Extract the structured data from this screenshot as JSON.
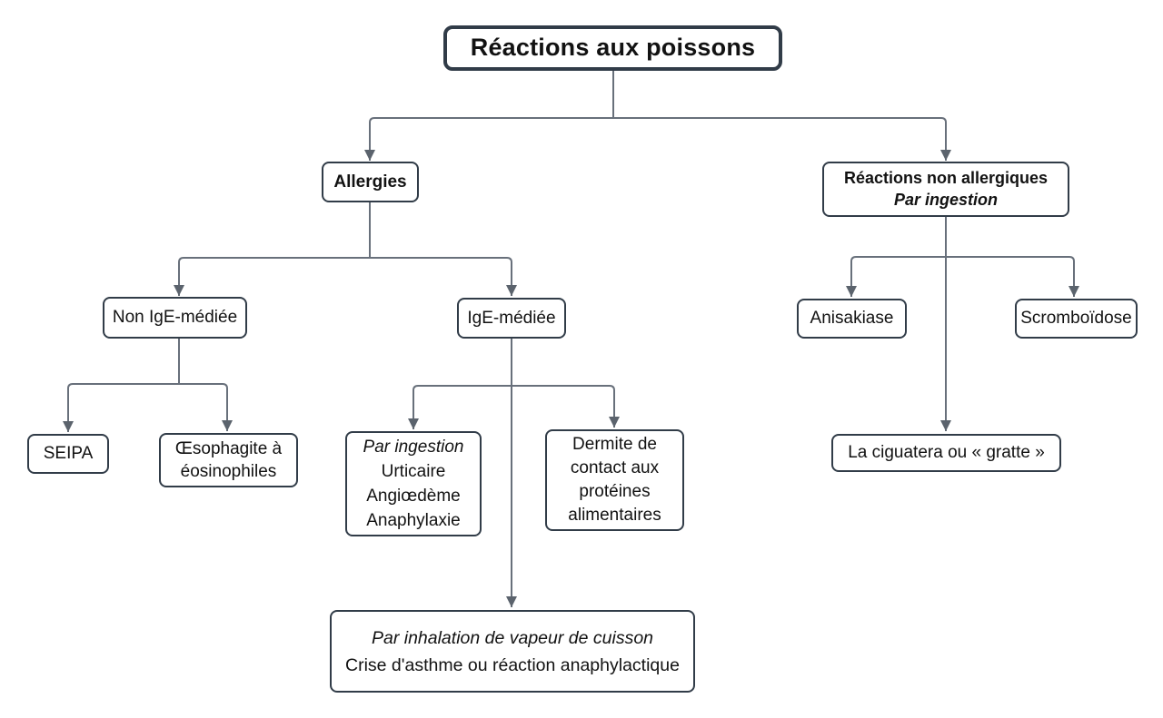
{
  "diagram": {
    "title": "Réactions aux poissons",
    "colors": {
      "background": "#ffffff",
      "box_border": "#313c48",
      "connector_line": "#68707b",
      "arrowhead": "#5b636d",
      "text": "#121212"
    },
    "nodes": {
      "root": {
        "label": "Réactions aux poissons"
      },
      "allergies": {
        "label": "Allergies"
      },
      "non_allergiques": {
        "label": "Réactions non allergiques",
        "sublabel": "Par ingestion"
      },
      "non_ige": {
        "label": "Non IgE-médiée"
      },
      "ige": {
        "label": "IgE-médiée"
      },
      "seipa": {
        "label": "SEIPA"
      },
      "oesophagite": {
        "label": "Œsophagite à éosinophiles"
      },
      "par_ingestion": {
        "sublabel": "Par ingestion",
        "lines": [
          "Urticaire",
          "Angiœdème",
          "Anaphylaxie"
        ]
      },
      "dermite": {
        "label": "Dermite de contact aux protéines alimentaires"
      },
      "anisakiase": {
        "label": "Anisakiase"
      },
      "scromboidose": {
        "label": "Scromboïdose"
      },
      "ciguatera": {
        "label": "La ciguatera ou « gratte »"
      },
      "inhalation": {
        "sublabel": "Par inhalation de vapeur de cuisson",
        "line": "Crise d'asthme ou réaction anaphylactique"
      }
    }
  }
}
